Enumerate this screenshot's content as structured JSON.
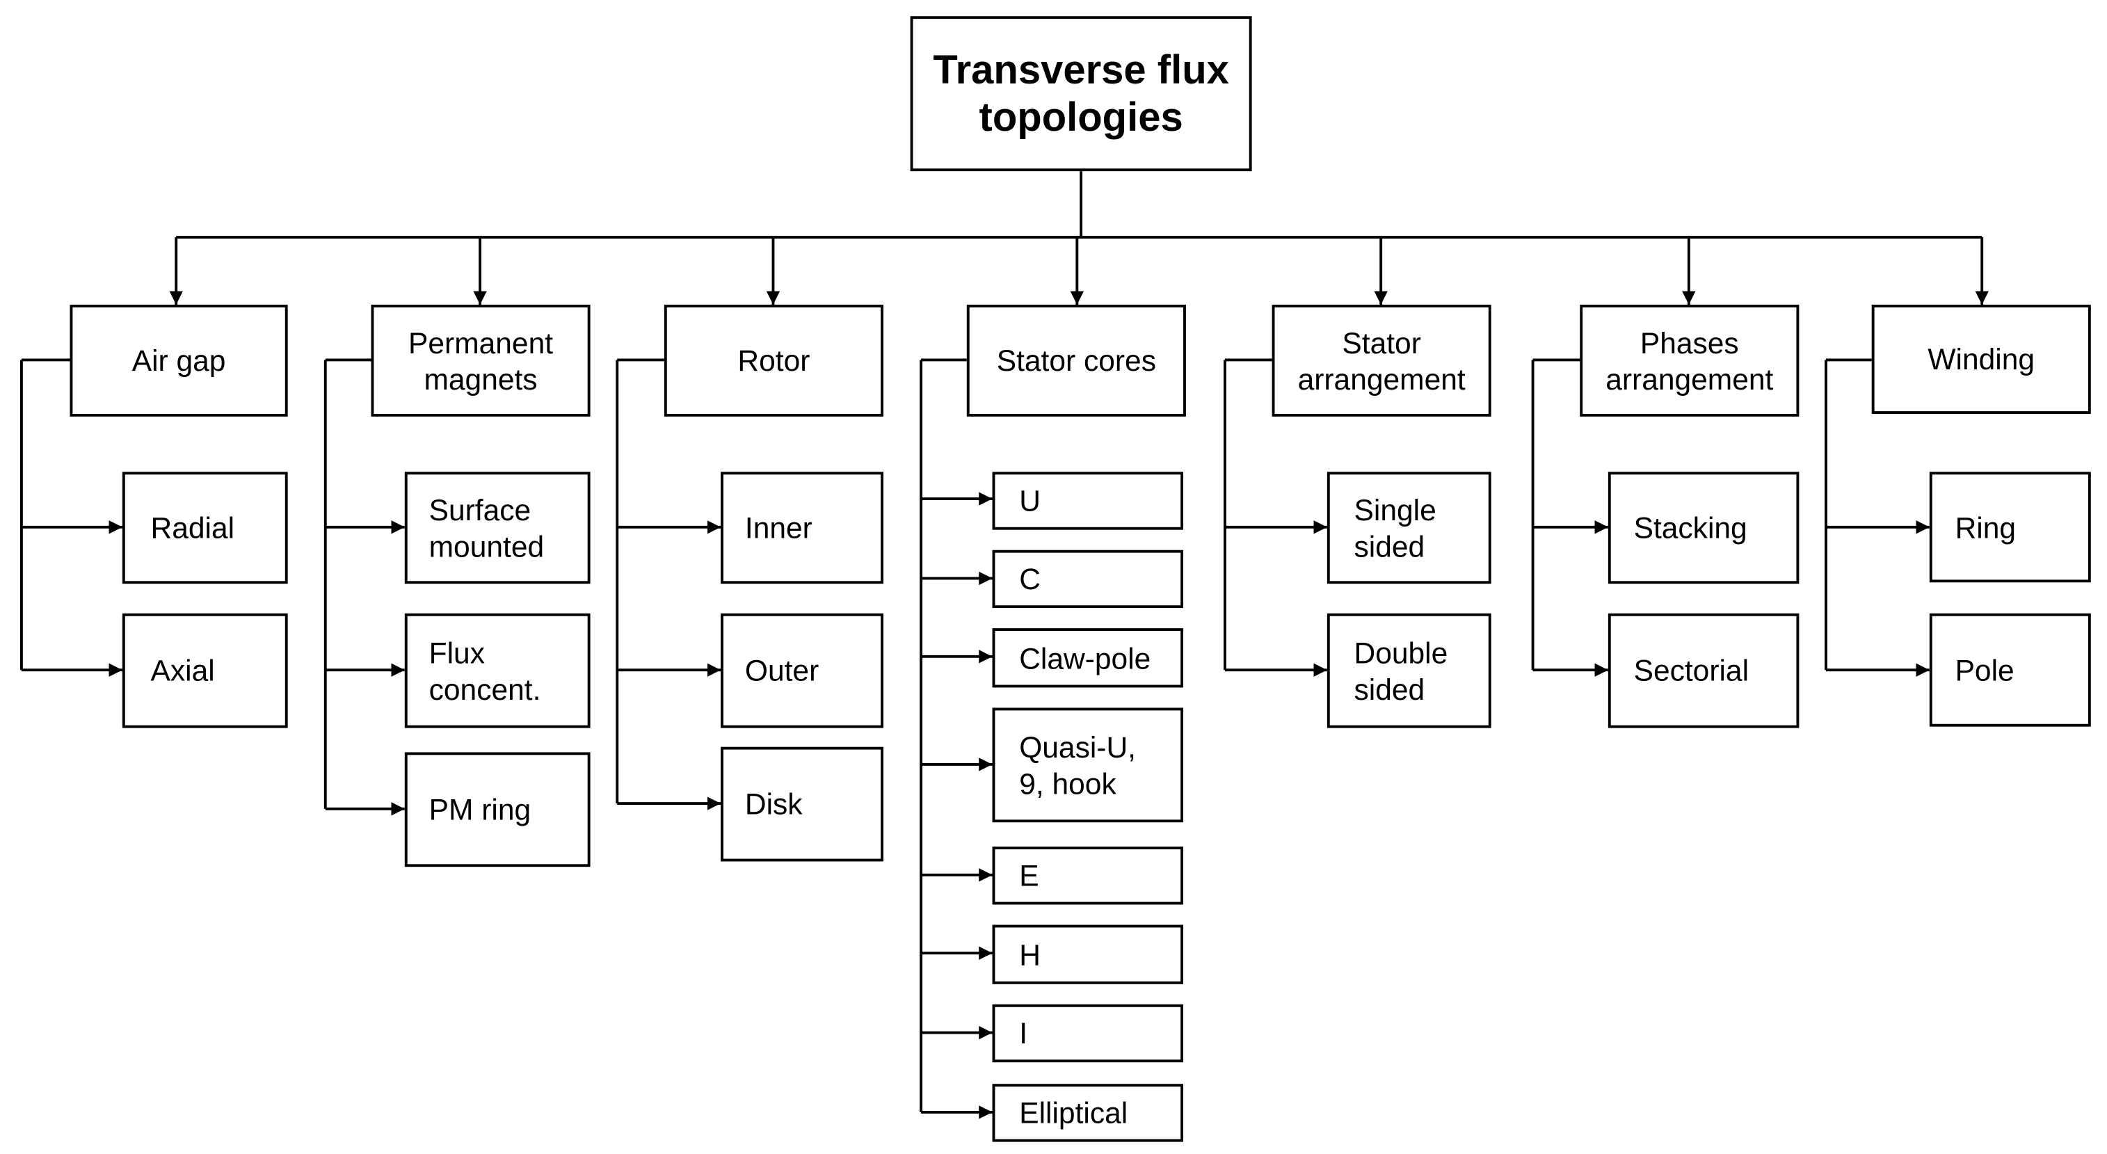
{
  "diagram": {
    "root": "Transverse flux\ntopologies",
    "categories": [
      {
        "label": "Air gap",
        "children": [
          "Radial",
          "Axial"
        ]
      },
      {
        "label": "Permanent\nmagnets",
        "children": [
          "Surface\nmounted",
          "Flux\nconcent.",
          "PM ring"
        ]
      },
      {
        "label": "Rotor",
        "children": [
          "Inner",
          "Outer",
          "Disk"
        ]
      },
      {
        "label": "Stator cores",
        "children": [
          "U",
          "C",
          "Claw-pole",
          "Quasi-U,\n9, hook",
          "E",
          "H",
          "I",
          "Elliptical"
        ]
      },
      {
        "label": "Stator\narrangement",
        "children": [
          "Single\nsided",
          "Double\nsided"
        ]
      },
      {
        "label": "Phases\narrangement",
        "children": [
          "Stacking",
          "Sectorial"
        ]
      },
      {
        "label": "Winding",
        "children": [
          "Ring",
          "Pole"
        ]
      }
    ]
  }
}
